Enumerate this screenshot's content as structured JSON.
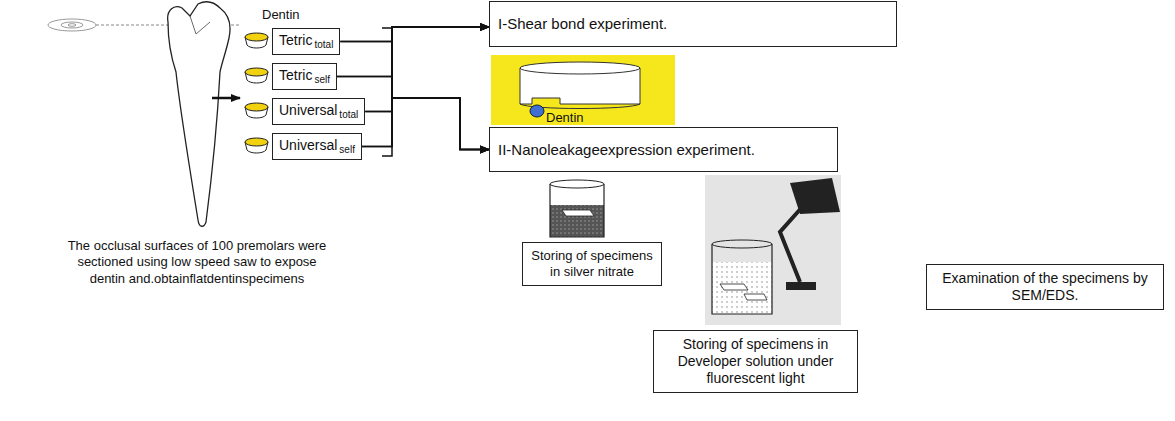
{
  "diagram": {
    "nodes": [
      {
        "text": [
          "Tetric",
          "total"
        ]
      },
      {
        "text": [
          "Tetric",
          "self"
        ]
      },
      {
        "text": [
          "Universal",
          "total"
        ]
      },
      {
        "text": [
          "Universal",
          "self"
        ]
      },
      {
        "text": [
          "I-Shear bond experiment."
        ]
      },
      {
        "text": [
          "II-Nanoleakageexpression experiment."
        ]
      },
      {
        "text": [
          "Storing of specimens in silver nitrate"
        ]
      },
      {
        "text": [
          "Storing of specimens in Developer solution under fluorescent light"
        ]
      },
      {
        "text": [
          "Examination of the specimens by SEM/EDS."
        ]
      }
    ],
    "edges": [
      {
        "from": 0,
        "to": 4,
        "arrow": "to"
      },
      {
        "from": 1,
        "to": 4,
        "arrow": "to"
      },
      {
        "from": 2,
        "to": 4,
        "arrow": "to"
      },
      {
        "from": 3,
        "to": 4,
        "arrow": "to"
      },
      {
        "from": 0,
        "to": 5,
        "arrow": "to"
      },
      {
        "from": 1,
        "to": 5,
        "arrow": "to"
      },
      {
        "from": 2,
        "to": 5,
        "arrow": "to"
      },
      {
        "from": 3,
        "to": 5,
        "arrow": "to"
      }
    ],
    "labels": [
      "Dentin",
      "Dentin",
      "The occlusal surfaces of 100 premolars were sectioned using low speed saw to expose dentin and.obtainflatdentinspecimens"
    ]
  }
}
